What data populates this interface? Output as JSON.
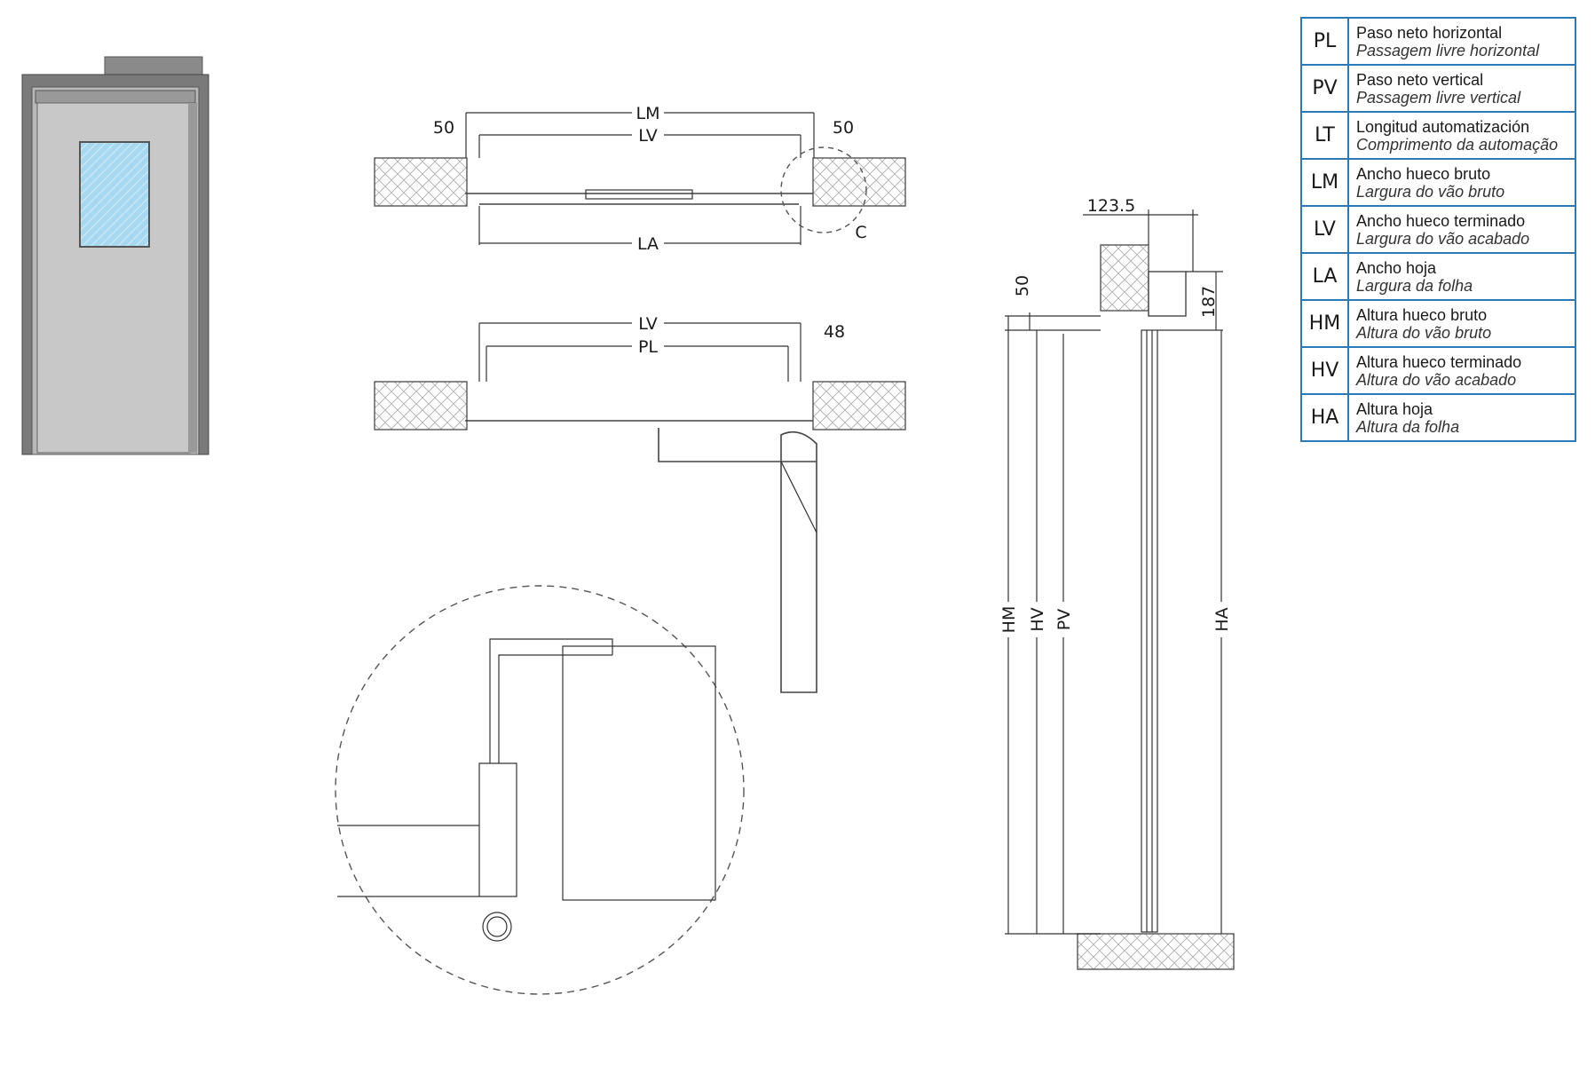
{
  "legend": [
    {
      "code": "PL",
      "es": "Paso neto horizontal",
      "pt": "Passagem livre horizontal"
    },
    {
      "code": "PV",
      "es": "Paso neto vertical",
      "pt": "Passagem livre vertical"
    },
    {
      "code": "LT",
      "es": "Longitud automatización",
      "pt": "Comprimento da automação"
    },
    {
      "code": "LM",
      "es": "Ancho hueco bruto",
      "pt": "Largura do vão bruto"
    },
    {
      "code": "LV",
      "es": "Ancho hueco terminado",
      "pt": "Largura do vão acabado"
    },
    {
      "code": "LA",
      "es": "Ancho hoja",
      "pt": "Largura da folha"
    },
    {
      "code": "HM",
      "es": "Altura hueco bruto",
      "pt": "Altura do vão bruto"
    },
    {
      "code": "HV",
      "es": "Altura hueco terminado",
      "pt": "Altura do vão acabado"
    },
    {
      "code": "HA",
      "es": "Altura hoja",
      "pt": "Altura da folha"
    }
  ],
  "plan_top": {
    "lm": "LM",
    "lv": "LV",
    "la": "LA",
    "left_offset": "50",
    "right_offset": "50",
    "detail_ref": "C"
  },
  "plan_open": {
    "lv": "LV",
    "pl": "PL",
    "offset": "48"
  },
  "section": {
    "top_width": "123.5",
    "header_height": "187",
    "lintel": "50",
    "hm": "HM",
    "hv": "HV",
    "pv": "PV",
    "ha": "HA"
  },
  "colors": {
    "legend_border": "#2b7ab8",
    "door": "#c8c8c8",
    "frame": "#7a7a7a",
    "glass": "#a8d8f0"
  }
}
